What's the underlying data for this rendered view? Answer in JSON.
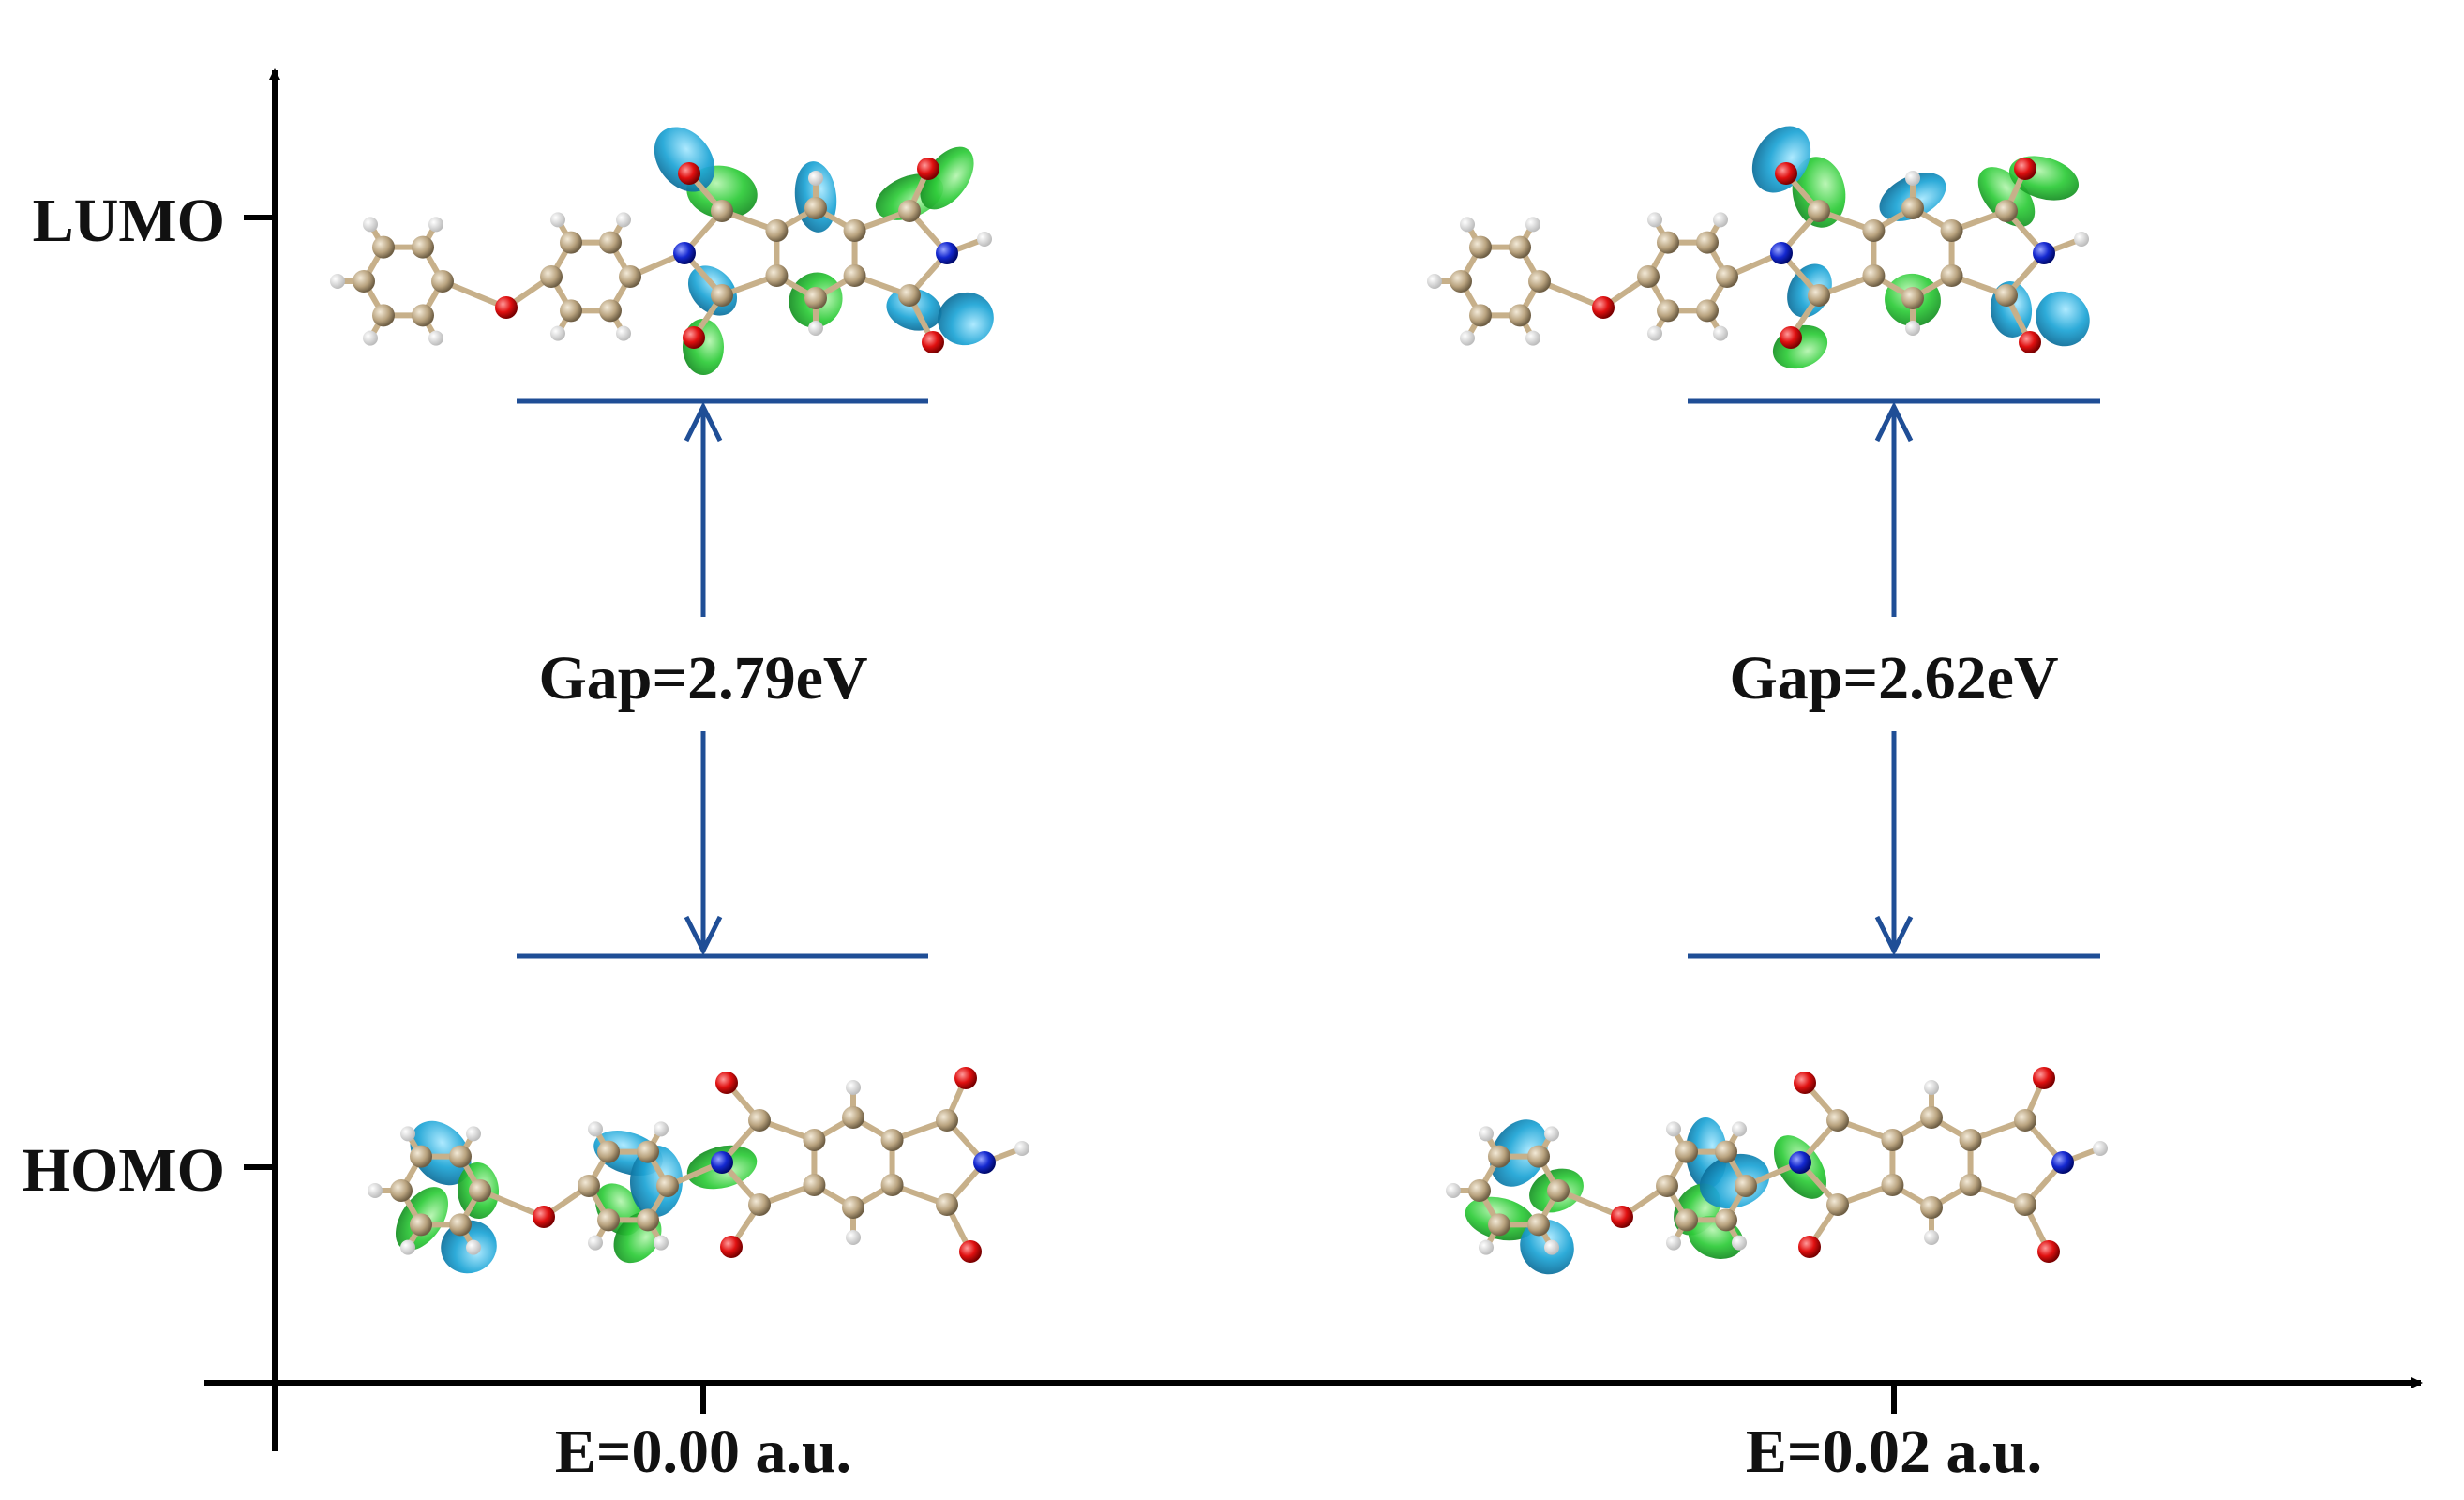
{
  "axis": {
    "y_levels": [
      {
        "label": "LUMO"
      },
      {
        "label": "HOMO"
      }
    ]
  },
  "states": [
    {
      "energy_label": "E=0.00 a.u.",
      "gap_label": "Gap=2.79eV"
    },
    {
      "energy_label": "E=0.02 a.u.",
      "gap_label": "Gap=2.62eV"
    }
  ],
  "colors": {
    "axis": "#000000",
    "level_line": "#1f4e96",
    "orbital_positive": "#2fcc3a",
    "orbital_negative": "#1ea5d6",
    "carbon": "#b9a37f",
    "hydrogen": "#f2f2f2",
    "oxygen": "#e01010",
    "nitrogen": "#1428d0",
    "bond": "#c7b08a"
  }
}
